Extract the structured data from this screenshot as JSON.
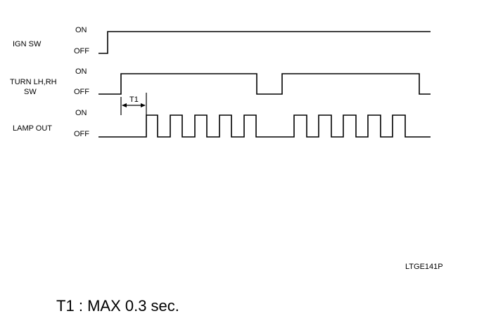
{
  "signals": [
    {
      "label": "IGN SW",
      "on_label": "ON",
      "off_label": "OFF"
    },
    {
      "label_line1": "TURN LH,RH",
      "label_line2": "SW",
      "on_label": "ON",
      "off_label": "OFF"
    },
    {
      "label": "LAMP OUT",
      "on_label": "ON",
      "off_label": "OFF"
    }
  ],
  "delay_marker": "T1",
  "figure_code": "LTGE141P",
  "note": {
    "term": "T1",
    "separator": ":",
    "text": "MAX 0.3 sec."
  }
}
